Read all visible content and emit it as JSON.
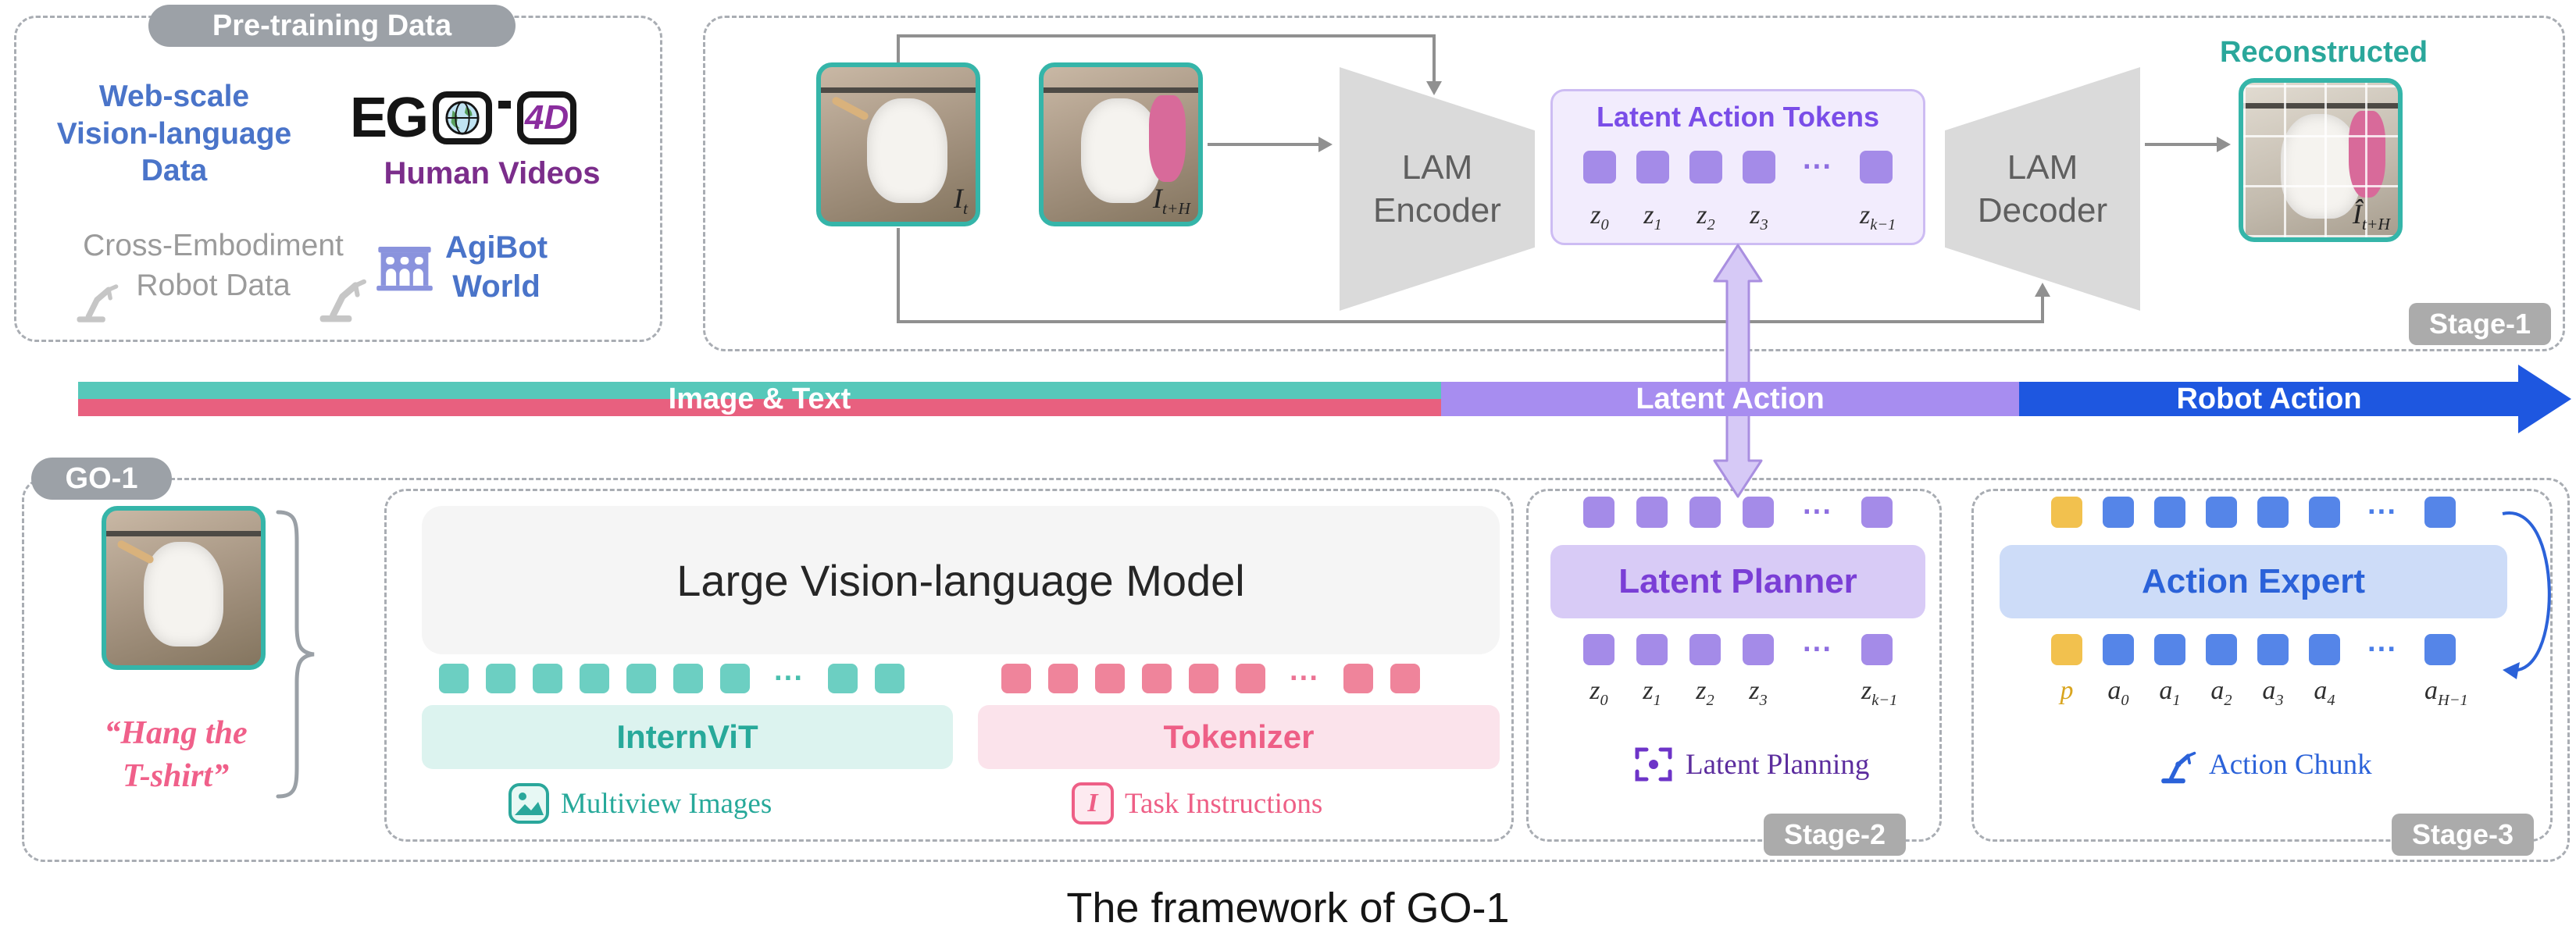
{
  "caption": "The framework of GO-1",
  "pretraining": {
    "title": "Pre-training Data",
    "web_scale": "Web-scale\nVision-language\nData",
    "ego_eg": "EG",
    "ego_4d": "4D",
    "human_videos": "Human Videos",
    "cross_embodiment": "Cross-Embodiment\nRobot Data",
    "agibot": "AgiBot\nWorld"
  },
  "stage1": {
    "badge": "Stage-1",
    "frame_t": {
      "base": "I",
      "sub": "t"
    },
    "frame_th": {
      "base": "I",
      "sub": "t+H"
    },
    "encoder": "LAM\nEncoder",
    "decoder": "LAM\nDecoder",
    "latent_title": "Latent Action Tokens",
    "dots": "···",
    "tokens": {
      "before": 4,
      "after": 1
    },
    "z_labels": [
      {
        "base": "z",
        "sub": "0"
      },
      {
        "base": "z",
        "sub": "1"
      },
      {
        "base": "z",
        "sub": "2"
      },
      {
        "base": "z",
        "sub": "3"
      }
    ],
    "z_last": {
      "base": "z",
      "sub": "k−1"
    },
    "reconstructed": "Reconstructed",
    "frame_recon": {
      "base": "Î",
      "sub": "t+H"
    }
  },
  "timeline": {
    "image_text": "Image & Text",
    "latent_action": "Latent Action",
    "robot_action": "Robot Action"
  },
  "go1": {
    "badge": "GO-1",
    "instruction": "“Hang the\nT-shirt”"
  },
  "stage2": {
    "badge": "Stage-2",
    "vlm": "Large Vision-language Model",
    "internvit": "InternViT",
    "tokenizer": "Tokenizer",
    "multiview": "Multiview Images",
    "task_instructions": "Task Instructions",
    "task_icon_glyph": "I",
    "planner": "Latent Planner",
    "planning": "Latent Planning",
    "dots": "···",
    "teal_tokens": {
      "before": 7,
      "after": 2
    },
    "pink_tokens": {
      "before": 6,
      "after": 2
    },
    "purple_tokens": {
      "before": 4,
      "after": 1
    },
    "z_labels": [
      {
        "base": "z",
        "sub": "0"
      },
      {
        "base": "z",
        "sub": "1"
      },
      {
        "base": "z",
        "sub": "2"
      },
      {
        "base": "z",
        "sub": "3"
      }
    ],
    "z_last": {
      "base": "z",
      "sub": "k−1"
    }
  },
  "stage3": {
    "badge": "Stage-3",
    "expert": "Action Expert",
    "chunk": "Action Chunk",
    "dots": "···",
    "tokens": {
      "before": 5,
      "after": 1
    },
    "p_label": {
      "base": "p",
      "sub": ""
    },
    "a_labels": [
      {
        "base": "a",
        "sub": "0"
      },
      {
        "base": "a",
        "sub": "1"
      },
      {
        "base": "a",
        "sub": "2"
      },
      {
        "base": "a",
        "sub": "3"
      },
      {
        "base": "a",
        "sub": "4"
      }
    ],
    "a_last": {
      "base": "a",
      "sub": "H−1"
    }
  }
}
